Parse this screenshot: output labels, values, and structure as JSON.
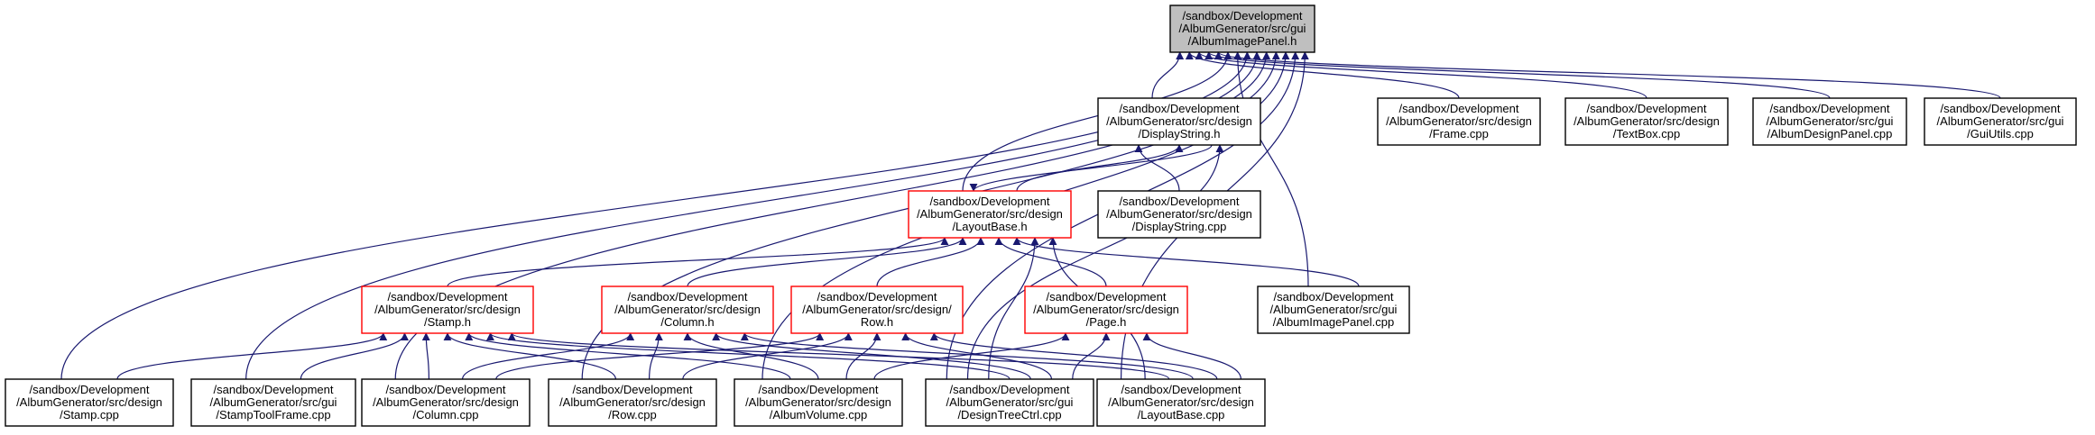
{
  "colors": {
    "edge": "#191970",
    "node_border": "#000000",
    "highlight_border": "#ff0000",
    "root_fill": "#bfbfbf",
    "node_fill": "#ffffff"
  },
  "nodes": [
    {
      "id": "albumimagepanel_h",
      "style": "root",
      "lines": [
        "/sandbox/Development",
        "/AlbumGenerator/src/gui",
        "/AlbumImagePanel.h"
      ]
    },
    {
      "id": "displaystring_h",
      "style": "normal",
      "lines": [
        "/sandbox/Development",
        "/AlbumGenerator/src/design",
        "/DisplayString.h"
      ]
    },
    {
      "id": "frame_cpp",
      "style": "normal",
      "lines": [
        "/sandbox/Development",
        "/AlbumGenerator/src/design",
        "/Frame.cpp"
      ]
    },
    {
      "id": "textbox_cpp",
      "style": "normal",
      "lines": [
        "/sandbox/Development",
        "/AlbumGenerator/src/design",
        "/TextBox.cpp"
      ]
    },
    {
      "id": "albumdesignpanel_cpp",
      "style": "normal",
      "lines": [
        "/sandbox/Development",
        "/AlbumGenerator/src/gui",
        "/AlbumDesignPanel.cpp"
      ]
    },
    {
      "id": "guiutils_cpp",
      "style": "normal",
      "lines": [
        "/sandbox/Development",
        "/AlbumGenerator/src/gui",
        "/GuiUtils.cpp"
      ]
    },
    {
      "id": "layoutbase_h",
      "style": "highlight",
      "lines": [
        "/sandbox/Development",
        "/AlbumGenerator/src/design",
        "/LayoutBase.h"
      ]
    },
    {
      "id": "displaystring_cpp",
      "style": "normal",
      "lines": [
        "/sandbox/Development",
        "/AlbumGenerator/src/design",
        "/DisplayString.cpp"
      ]
    },
    {
      "id": "stamp_h",
      "style": "highlight",
      "lines": [
        "/sandbox/Development",
        "/AlbumGenerator/src/design",
        "/Stamp.h"
      ]
    },
    {
      "id": "column_h",
      "style": "highlight",
      "lines": [
        "/sandbox/Development",
        "/AlbumGenerator/src/design",
        "/Column.h"
      ]
    },
    {
      "id": "row_h",
      "style": "highlight",
      "lines": [
        "/sandbox/Development",
        "/AlbumGenerator/src/design/",
        "Row.h"
      ]
    },
    {
      "id": "page_h",
      "style": "highlight",
      "lines": [
        "/sandbox/Development",
        "/AlbumGenerator/src/design",
        "/Page.h"
      ]
    },
    {
      "id": "albumimagepanel_cpp",
      "style": "normal",
      "lines": [
        "/sandbox/Development",
        "/AlbumGenerator/src/gui",
        "/AlbumImagePanel.cpp"
      ]
    },
    {
      "id": "stamp_cpp",
      "style": "normal",
      "lines": [
        "/sandbox/Development",
        "/AlbumGenerator/src/design",
        "/Stamp.cpp"
      ]
    },
    {
      "id": "stamptoolframe_cpp",
      "style": "normal",
      "lines": [
        "/sandbox/Development",
        "/AlbumGenerator/src/gui",
        "/StampToolFrame.cpp"
      ]
    },
    {
      "id": "column_cpp",
      "style": "normal",
      "lines": [
        "/sandbox/Development",
        "/AlbumGenerator/src/design",
        "/Column.cpp"
      ]
    },
    {
      "id": "row_cpp",
      "style": "normal",
      "lines": [
        "/sandbox/Development",
        "/AlbumGenerator/src/design",
        "/Row.cpp"
      ]
    },
    {
      "id": "albumvolume_cpp",
      "style": "normal",
      "lines": [
        "/sandbox/Development",
        "/AlbumGenerator/src/design",
        "/AlbumVolume.cpp"
      ]
    },
    {
      "id": "designtreectrl_cpp",
      "style": "normal",
      "lines": [
        "/sandbox/Development",
        "/AlbumGenerator/src/gui",
        "/DesignTreeCtrl.cpp"
      ]
    },
    {
      "id": "layoutbase_cpp",
      "style": "normal",
      "lines": [
        "/sandbox/Development",
        "/AlbumGenerator/src/design",
        "/LayoutBase.cpp"
      ]
    }
  ],
  "edges": [
    {
      "from": "displaystring_h",
      "to": "albumimagepanel_h"
    },
    {
      "from": "frame_cpp",
      "to": "albumimagepanel_h"
    },
    {
      "from": "textbox_cpp",
      "to": "albumimagepanel_h"
    },
    {
      "from": "albumdesignpanel_cpp",
      "to": "albumimagepanel_h"
    },
    {
      "from": "guiutils_cpp",
      "to": "albumimagepanel_h"
    },
    {
      "from": "layoutbase_h",
      "to": "albumimagepanel_h"
    },
    {
      "from": "albumimagepanel_cpp",
      "to": "albumimagepanel_h"
    },
    {
      "from": "stamp_cpp",
      "to": "albumimagepanel_h"
    },
    {
      "from": "stamptoolframe_cpp",
      "to": "albumimagepanel_h"
    },
    {
      "from": "column_cpp",
      "to": "albumimagepanel_h"
    },
    {
      "from": "row_cpp",
      "to": "albumimagepanel_h"
    },
    {
      "from": "albumvolume_cpp",
      "to": "albumimagepanel_h"
    },
    {
      "from": "designtreectrl_cpp",
      "to": "albumimagepanel_h"
    },
    {
      "from": "layoutbase_cpp",
      "to": "albumimagepanel_h"
    },
    {
      "from": "displaystring_cpp",
      "to": "displaystring_h"
    },
    {
      "from": "layoutbase_h",
      "to": "displaystring_h"
    },
    {
      "from": "designtreectrl_cpp",
      "to": "displaystring_h"
    },
    {
      "from": "displaystring_h",
      "to": "layoutbase_h"
    },
    {
      "from": "stamp_h",
      "to": "layoutbase_h"
    },
    {
      "from": "column_h",
      "to": "layoutbase_h"
    },
    {
      "from": "row_h",
      "to": "layoutbase_h"
    },
    {
      "from": "page_h",
      "to": "layoutbase_h"
    },
    {
      "from": "albumimagepanel_cpp",
      "to": "layoutbase_h"
    },
    {
      "from": "designtreectrl_cpp",
      "to": "layoutbase_h"
    },
    {
      "from": "layoutbase_cpp",
      "to": "layoutbase_h"
    },
    {
      "from": "stamp_cpp",
      "to": "stamp_h"
    },
    {
      "from": "stamptoolframe_cpp",
      "to": "stamp_h"
    },
    {
      "from": "column_cpp",
      "to": "stamp_h"
    },
    {
      "from": "row_cpp",
      "to": "stamp_h"
    },
    {
      "from": "albumvolume_cpp",
      "to": "stamp_h"
    },
    {
      "from": "designtreectrl_cpp",
      "to": "stamp_h"
    },
    {
      "from": "layoutbase_cpp",
      "to": "stamp_h"
    },
    {
      "from": "column_cpp",
      "to": "column_h"
    },
    {
      "from": "row_cpp",
      "to": "column_h"
    },
    {
      "from": "albumvolume_cpp",
      "to": "column_h"
    },
    {
      "from": "designtreectrl_cpp",
      "to": "column_h"
    },
    {
      "from": "layoutbase_cpp",
      "to": "column_h"
    },
    {
      "from": "column_cpp",
      "to": "row_h"
    },
    {
      "from": "row_cpp",
      "to": "row_h"
    },
    {
      "from": "albumvolume_cpp",
      "to": "row_h"
    },
    {
      "from": "designtreectrl_cpp",
      "to": "row_h"
    },
    {
      "from": "layoutbase_cpp",
      "to": "row_h"
    },
    {
      "from": "albumvolume_cpp",
      "to": "page_h"
    },
    {
      "from": "designtreectrl_cpp",
      "to": "page_h"
    },
    {
      "from": "layoutbase_cpp",
      "to": "page_h"
    }
  ]
}
